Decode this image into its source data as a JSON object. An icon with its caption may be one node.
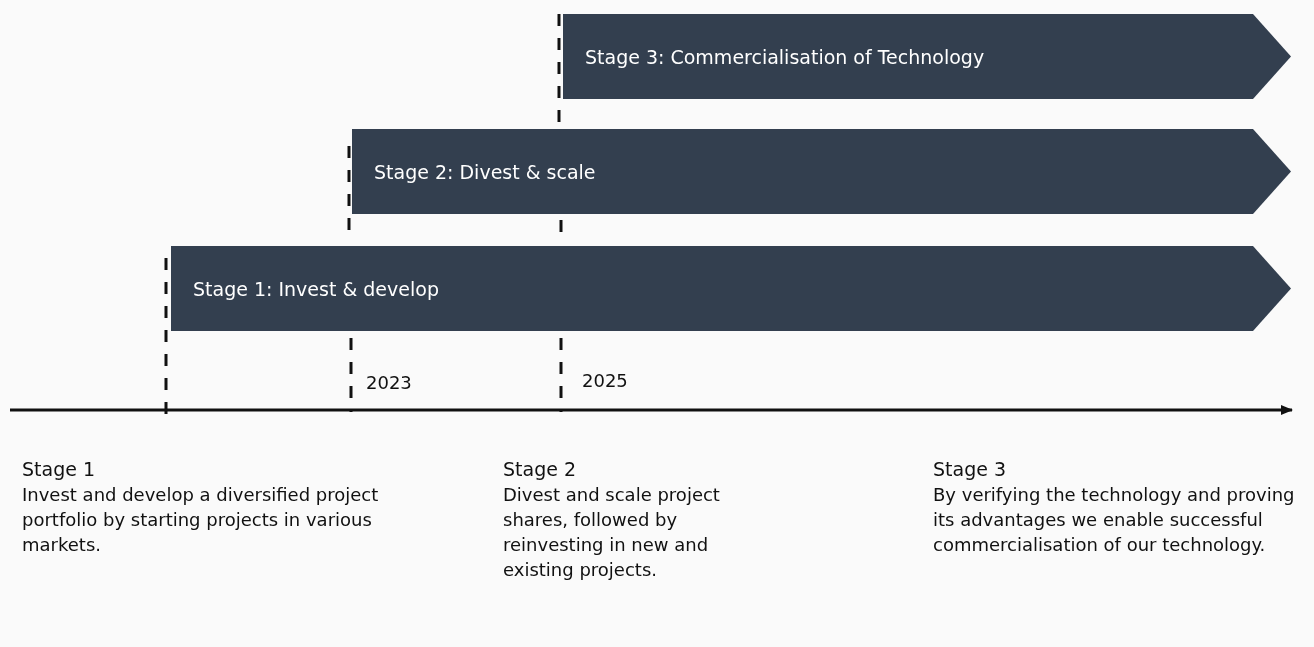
{
  "diagram": {
    "nodes": [
      {
        "text": [
          "Stage 3: Commercialisation of Technology"
        ]
      },
      {
        "text": [
          "Stage 2: Divest & scale"
        ]
      },
      {
        "text": [
          "Stage 1: Invest & develop"
        ]
      }
    ],
    "edges": [],
    "labels": [
      "2023",
      "2025",
      "Stage 1",
      "Invest and develop a diversified project portfolio by starting projects in various markets.",
      "Stage 2",
      "Divest and scale project shares, followed by reinvesting in new and existing projects.",
      "Stage 3",
      "By verifying the technology and proving its advantages we enable successful commercialisation of our technology."
    ]
  }
}
